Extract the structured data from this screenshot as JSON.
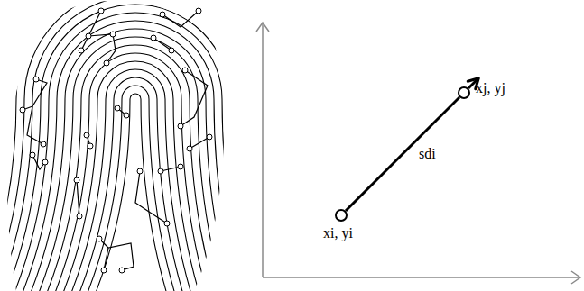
{
  "diagram": {
    "nodes": [
      {
        "text": [
          "xi, yi"
        ]
      },
      {
        "text": [
          "xj, yj"
        ]
      }
    ],
    "edges": [
      {
        "from": 0,
        "to": 1,
        "arrow": "to",
        "label": "sdi"
      }
    ]
  }
}
